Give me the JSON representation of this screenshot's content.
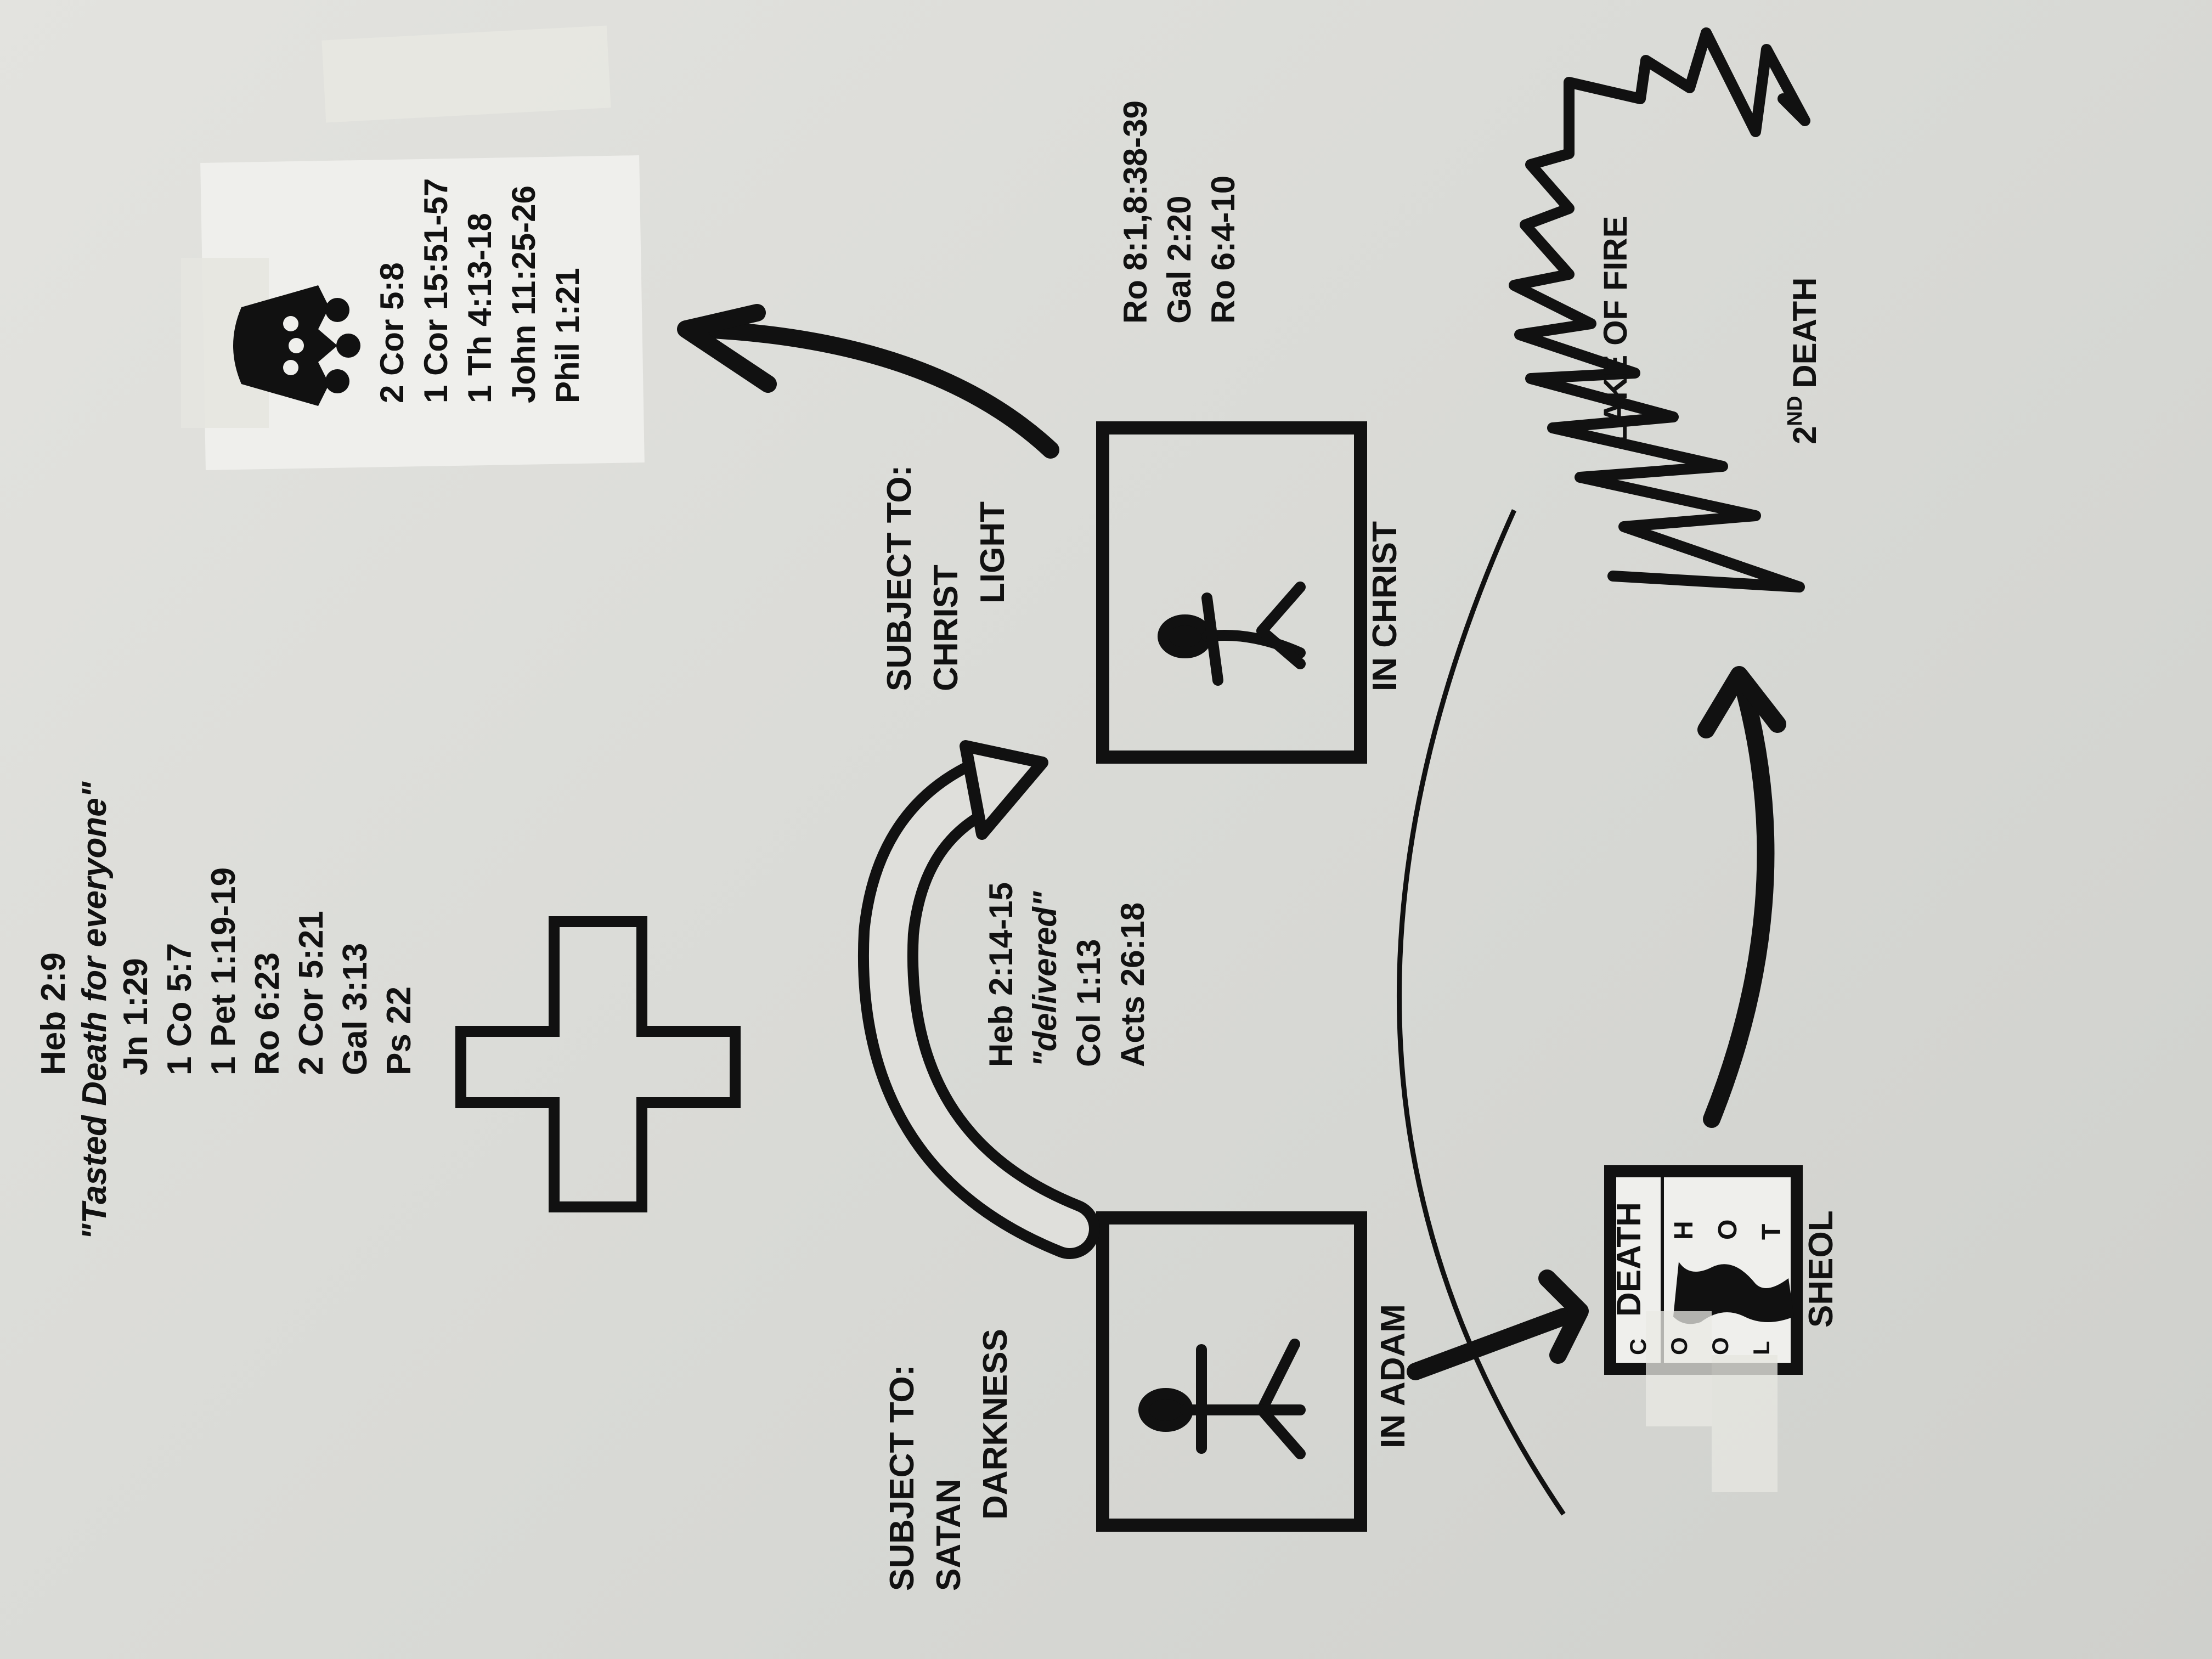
{
  "top_refs": {
    "heading": "Heb 2:9",
    "quote": "\"Tasted Death for everyone\"",
    "lines": [
      "Jn 1:29",
      "1 Co 5:7",
      "1 Pet 1:19-19",
      "Ro 6:23",
      "2 Cor 5:21",
      "Gal 3:13",
      "Ps 22"
    ]
  },
  "crown_card": {
    "lines": [
      "2 Cor 5:8",
      "1 Cor 15:51-57",
      "1 Th 4:13-18",
      "John 11:25-26",
      "Phil 1:21"
    ]
  },
  "christ_refs": {
    "lines": [
      "Ro 8:1,8:38-39",
      "Gal 2:20",
      "Ro 6:4-10"
    ]
  },
  "adam_subject": {
    "line1": "SUBJECT TO:",
    "line2": "SATAN",
    "line3": "DARKNESS"
  },
  "christ_subject": {
    "line1": "SUBJECT TO:",
    "line2": "CHRIST",
    "line3": "LIGHT"
  },
  "adam_box_label": "IN ADAM",
  "christ_box_label": "IN CHRIST",
  "deliver_refs": {
    "line1": "Heb 2:14-15",
    "line2": "\"delivered\"",
    "line3": "Col 1:13",
    "line4": "Acts 26:18"
  },
  "death_label": "DEATH",
  "sheol_label": "SHEOL",
  "cool_letters": [
    "C",
    "O",
    "O",
    "L"
  ],
  "hot_letters": [
    "H",
    "O",
    "T"
  ],
  "lake_label": "LAKE OF FIRE",
  "second_death": {
    "prefix": "2",
    "sup": "ND",
    "word": "DEATH"
  }
}
